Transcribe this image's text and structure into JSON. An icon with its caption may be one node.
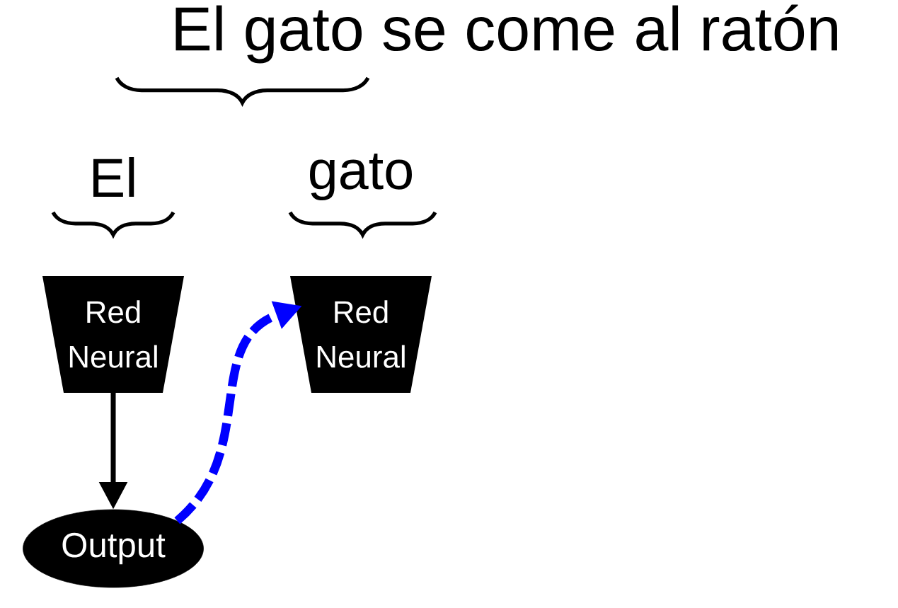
{
  "diagram": {
    "title": "El gato se come al ratón",
    "nodes": [
      {
        "text": [
          "Red Neural"
        ]
      },
      {
        "text": [
          "Red Neural"
        ]
      },
      {
        "text": [
          "Output"
        ]
      }
    ],
    "edges": [
      {
        "from": 0,
        "to": 2,
        "arrow": "to"
      },
      {
        "from": 2,
        "to": 1,
        "arrow": "to",
        "style": "dashed",
        "color": "#0000ff"
      }
    ],
    "labels": [
      "El",
      "gato"
    ]
  }
}
